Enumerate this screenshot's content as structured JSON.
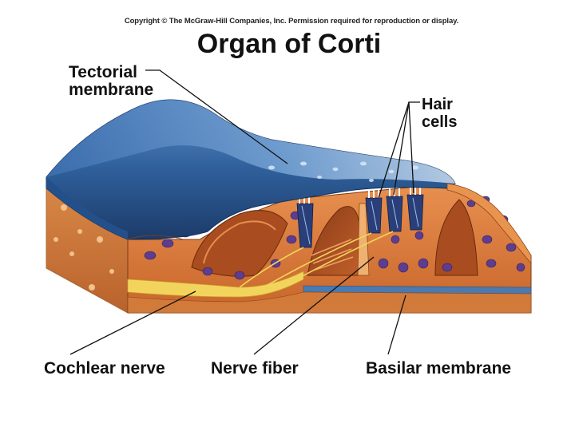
{
  "copyright": "Copyright © The McGraw-Hill Companies, Inc. Permission required for reproduction or display.",
  "title": "Organ of Corti",
  "labels": {
    "tectorial_line1": "Tectorial",
    "tectorial_line2": "membrane",
    "hair_line1": "Hair",
    "hair_line2": "cells",
    "cochlear_nerve": "Cochlear nerve",
    "nerve_fiber": "Nerve fiber",
    "basilar_membrane": "Basilar membrane"
  },
  "colors": {
    "tectorial": "#2f5f9a",
    "tissue": "#e0803e",
    "nucleus": "#5c3d8f",
    "basilar": "#4a7ab0",
    "nerve": "#f2d45c"
  }
}
